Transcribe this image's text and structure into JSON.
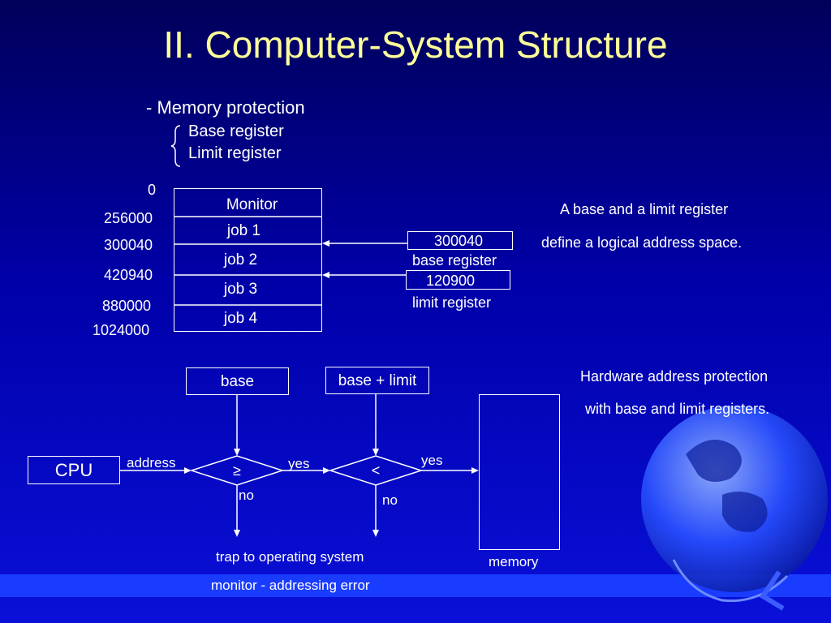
{
  "slide": {
    "title": "II. Computer-System Structure",
    "bullet": "- Memory protection",
    "sub_items": [
      "Base register",
      "Limit register"
    ]
  },
  "memory_map": {
    "addresses": [
      "0",
      "256000",
      "300040",
      "420940",
      "880000",
      "1024000"
    ],
    "segments": [
      "Monitor",
      "job 1",
      "job 2",
      "job 3",
      "job 4"
    ]
  },
  "registers": {
    "base_value": "300040",
    "base_label": "base register",
    "limit_value": "120900",
    "limit_label": "limit register"
  },
  "caption_top": [
    "A base and a limit register",
    "define a logical address space."
  ],
  "hardware": {
    "cpu_label": "CPU",
    "base_label": "base",
    "base_limit_label": "base + limit",
    "compare_ge": "≥",
    "compare_lt": "<",
    "address_label": "address",
    "yes1": "yes",
    "yes2": "yes",
    "no1": "no",
    "no2": "no",
    "memory_label": "memory",
    "trap_line1": "trap to operating system",
    "trap_line2": "monitor - addressing error"
  },
  "caption_bottom": [
    "Hardware address protection",
    "with base and limit registers."
  ],
  "colors": {
    "title": "#ffff99",
    "text": "#ffffff",
    "bar": "#1a3cff"
  }
}
